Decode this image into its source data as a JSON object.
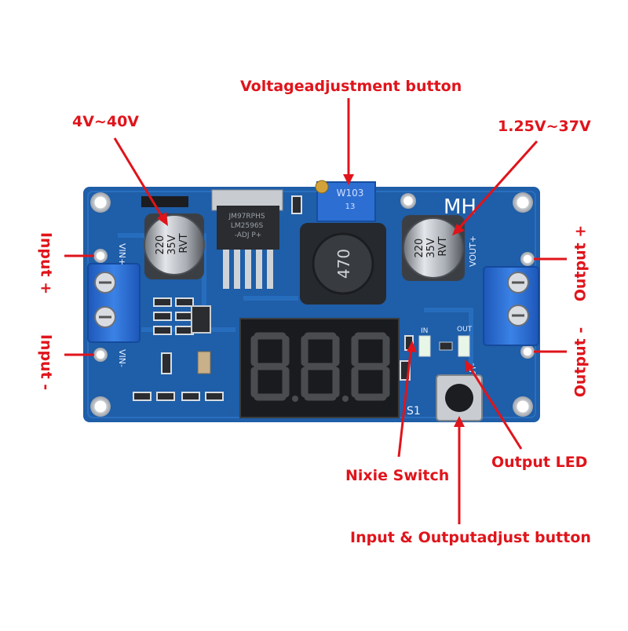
{
  "labels": {
    "voltage_adjust": "Voltageadjustment button",
    "input_range": "4V~40V",
    "output_range": "1.25V~37V",
    "input_plus": "Input  +",
    "input_minus": "Input  -",
    "output_plus": "Output +",
    "output_minus": "Output -",
    "nixie_switch": "Nixie Switch",
    "output_led": "Output LED",
    "io_adjust": "Input & Outputadjust button"
  },
  "board": {
    "brand": "MH",
    "pin_vin_plus": "VIN+",
    "pin_vin_minus": "VIN-",
    "pin_vout_plus": "VOUT+",
    "pin_vout_minus": "VOUT-",
    "cap_left": [
      "220",
      "35V",
      "RVT"
    ],
    "cap_right": [
      "220",
      "35V",
      "RVT"
    ],
    "inductor": "470",
    "pot_code": "W103",
    "pot_sub": "13",
    "ic_lines": [
      "JM97RPHS",
      "LM2596S",
      "-ADJ P+"
    ],
    "led_in": "IN",
    "led_out": "OUT",
    "switch_ref": "S1",
    "display_digits": "8.8.8"
  },
  "colors": {
    "callout": "#e0141b",
    "pcb": "#1f5ea8",
    "pcb_dark": "#17467f",
    "terminal": "#2f6fd0"
  }
}
